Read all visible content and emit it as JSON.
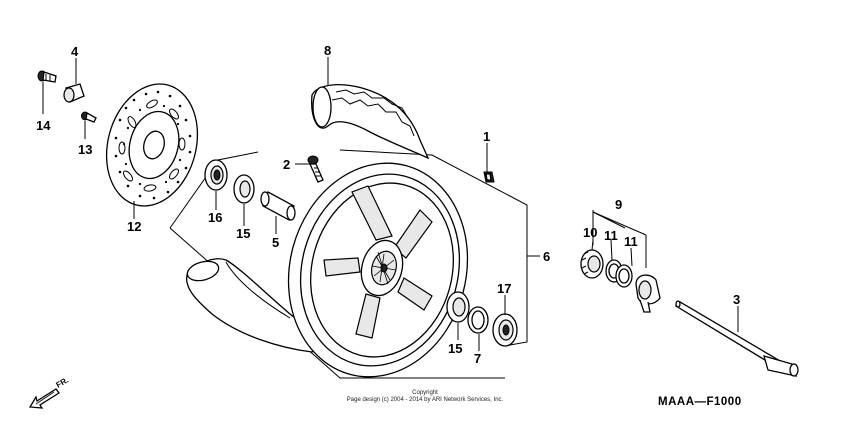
{
  "callouts": {
    "p1": "1",
    "p2": "2",
    "p3": "3",
    "p4": "4",
    "p5": "5",
    "p6": "6",
    "p7": "7",
    "p8": "8",
    "p9": "9",
    "p10": "10",
    "p11a": "11",
    "p11b": "11",
    "p12": "12",
    "p13": "13",
    "p14": "14",
    "p15a": "15",
    "p15b": "15",
    "p16": "16",
    "p17": "17"
  },
  "copyright": {
    "line1": "Copyright",
    "line2": "Page design (c) 2004 - 2014 by ARI Network Services, Inc."
  },
  "diagram_code": "MAAA—F1000",
  "front_indicator": "FR."
}
